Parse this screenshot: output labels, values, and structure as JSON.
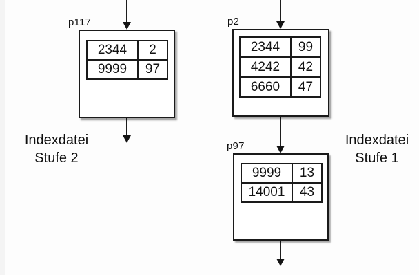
{
  "diagram": {
    "captions": {
      "left": {
        "line1": "Indexdatei",
        "line2": "Stufe 2"
      },
      "right": {
        "line1": "Indexdatei",
        "line2": "Stufe 1"
      }
    },
    "nodes": [
      {
        "label": "p117",
        "rows": [
          [
            "2344",
            "2"
          ],
          [
            "9999",
            "97"
          ]
        ]
      },
      {
        "label": "p2",
        "rows": [
          [
            "2344",
            "99"
          ],
          [
            "4242",
            "42"
          ],
          [
            "6660",
            "47"
          ]
        ]
      },
      {
        "label": "p97",
        "rows": [
          [
            "9999",
            "13"
          ],
          [
            "14001",
            "43"
          ]
        ]
      }
    ],
    "colors": {
      "line": "#1a1a1a",
      "node_fill": "#ffffff",
      "background": "#fdfdfd",
      "shadow": "rgba(0,0,0,0.35)"
    }
  }
}
